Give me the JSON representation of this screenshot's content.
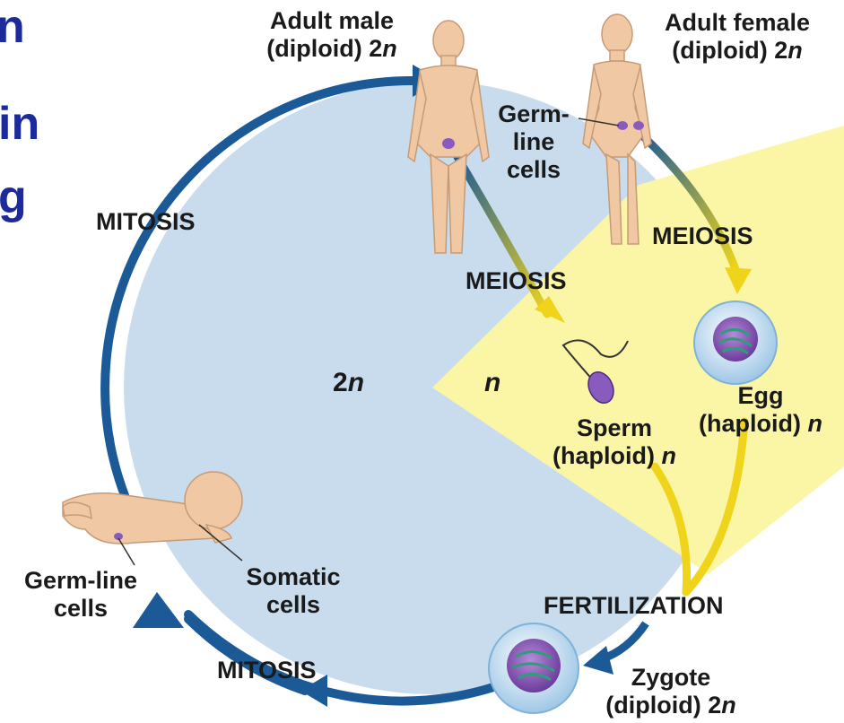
{
  "title_fragments": [
    "n",
    "in",
    "g"
  ],
  "labels": {
    "adult_male": {
      "line1": "Adult male",
      "line2": "(diploid) 2",
      "var": "n"
    },
    "adult_female": {
      "line1": "Adult female",
      "line2": "(diploid) 2",
      "var": "n"
    },
    "germline_adult": [
      "Germ-",
      "line",
      "cells"
    ],
    "mitosis_top": "MITOSIS",
    "meiosis_male": "MEIOSIS",
    "meiosis_female": "MEIOSIS",
    "diploid_region": {
      "num": "2",
      "var": "n"
    },
    "haploid_region": "n",
    "egg": {
      "line1": "Egg",
      "line2": "(haploid) ",
      "var": "n"
    },
    "sperm": {
      "line1": "Sperm",
      "line2": "(haploid) ",
      "var": "n"
    },
    "germline_baby": [
      "Germ-line",
      "cells"
    ],
    "somatic": [
      "Somatic",
      "cells"
    ],
    "fertilization": "FERTILIZATION",
    "mitosis_bottom": "MITOSIS",
    "zygote": {
      "line1": "Zygote",
      "line2": "(diploid) 2",
      "var": "n"
    }
  },
  "colors": {
    "diploid_fill": "#c8dced",
    "haploid_fill": "#fbf6a6",
    "cycle_arrow": "#1b5a96",
    "meiosis_arrow": "#f0d41c",
    "title": "#1c2a9c",
    "skin": "#f0c9a4"
  }
}
